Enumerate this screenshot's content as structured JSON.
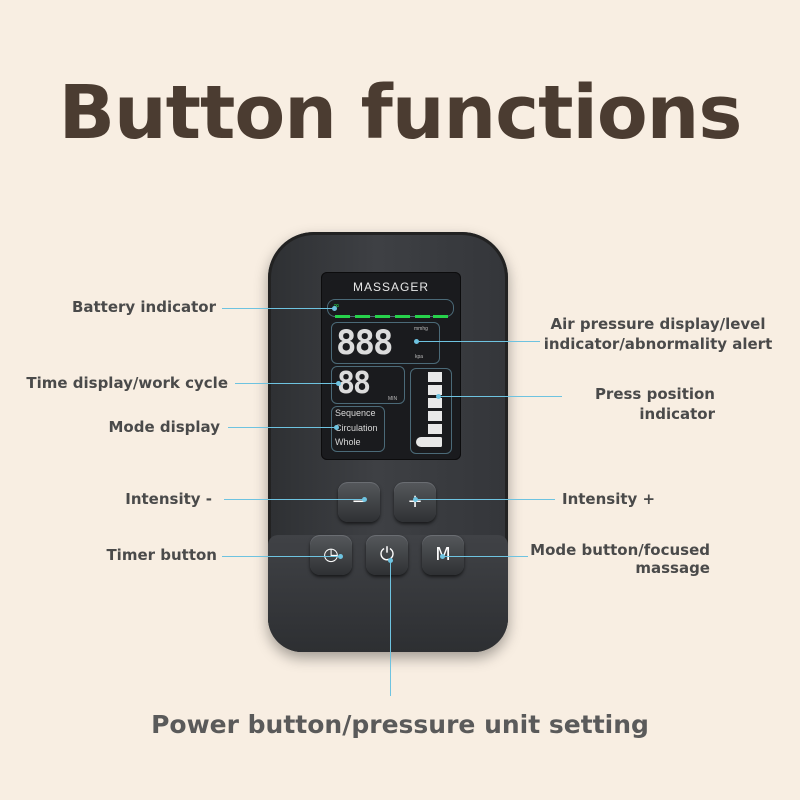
{
  "title": "Button functions",
  "device": {
    "brand": "MASSAGER",
    "pressure_digits": "888",
    "pressure_unit_top": "mmhg",
    "pressure_unit_bottom": "kpa",
    "time_digits": "88",
    "time_unit": "MIN",
    "modes": [
      "Sequence",
      "Circulation",
      "Whole"
    ],
    "battery_bars": 6,
    "buttons": {
      "minus": "−",
      "plus": "+",
      "timer": "◷",
      "power": "⏻",
      "mode": "M"
    }
  },
  "labels": {
    "battery": "Battery indicator",
    "time": "Time display/work cycle",
    "mode_display": "Mode display",
    "intensity_minus": "Intensity -",
    "timer": "Timer button",
    "air_pressure_1": "Air pressure display/level",
    "air_pressure_2": "indicator/abnormality alert",
    "press_position_1": "Press position",
    "press_position_2": "indicator",
    "intensity_plus": "Intensity +",
    "mode_button_1": "Mode button/focused",
    "mode_button_2": "massage",
    "power": "Power button/pressure unit setting"
  },
  "colors": {
    "background": "#f8eee2",
    "title": "#4b3c31",
    "leader": "#6ec3e0",
    "battery": "#27d24c"
  }
}
